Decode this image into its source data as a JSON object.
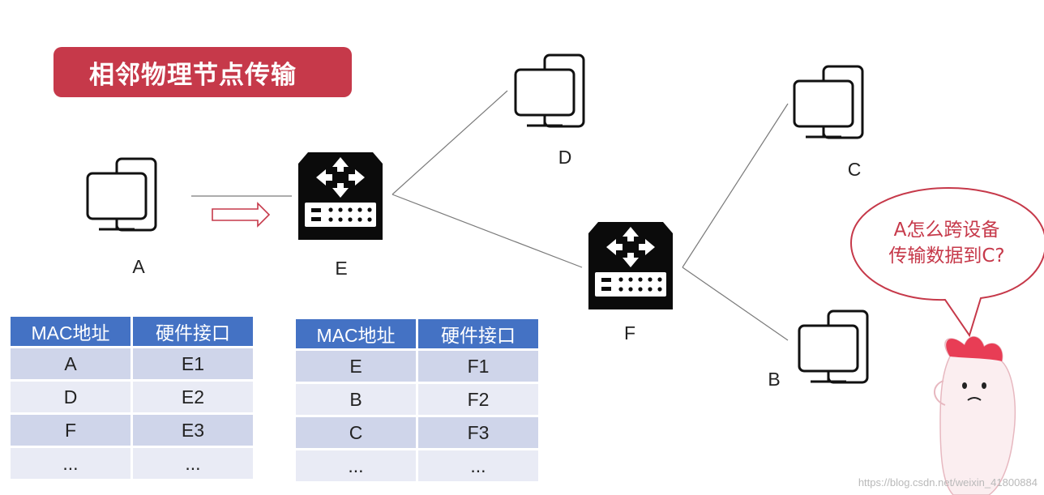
{
  "title": "相邻物理节点传输",
  "nodes": {
    "A": "A",
    "B": "B",
    "C": "C",
    "D": "D",
    "E": "E",
    "F": "F"
  },
  "table_e": {
    "headers": [
      "MAC地址",
      "硬件接口"
    ],
    "rows": [
      [
        "A",
        "E1"
      ],
      [
        "D",
        "E2"
      ],
      [
        "F",
        "E3"
      ],
      [
        "...",
        "..."
      ]
    ]
  },
  "table_f": {
    "headers": [
      "MAC地址",
      "硬件接口"
    ],
    "rows": [
      [
        "E",
        "F1"
      ],
      [
        "B",
        "F2"
      ],
      [
        "C",
        "F3"
      ],
      [
        "...",
        "..."
      ]
    ]
  },
  "bubble": {
    "line1": "A怎么跨设备",
    "line2": "传输数据到C?"
  },
  "watermark": "https://blog.csdn.net/weixin_41800884",
  "colors": {
    "accent": "#c6394a",
    "table_header": "#4472c4",
    "row_odd": "#cfd5ea",
    "row_even": "#e9ebf5"
  }
}
